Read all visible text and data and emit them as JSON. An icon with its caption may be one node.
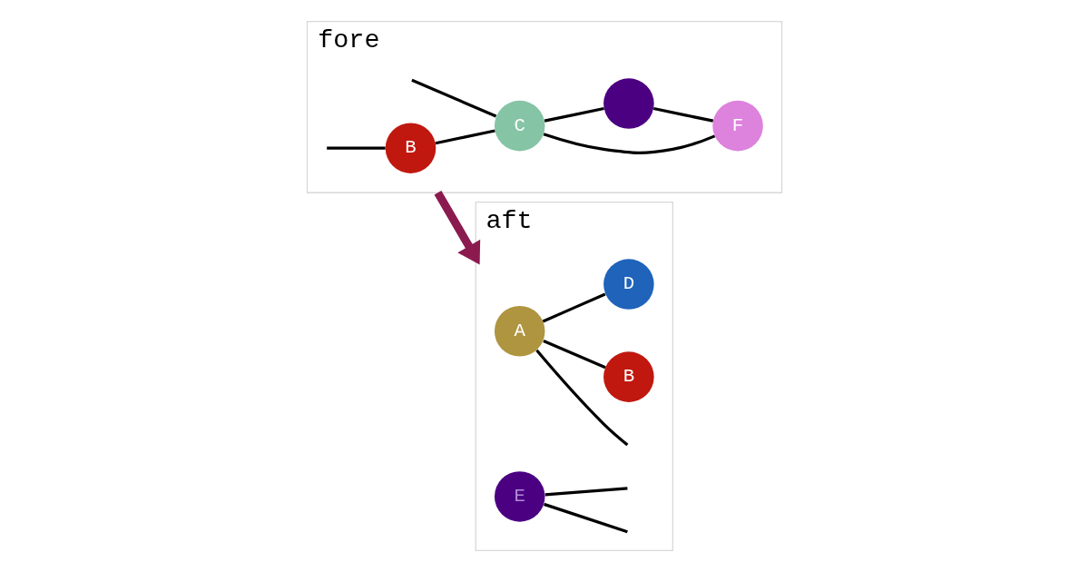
{
  "diagram": {
    "nodes": [
      {
        "text": [
          "fore"
        ]
      },
      {
        "text": [
          "B"
        ],
        "in": 0
      },
      {
        "text": [
          "C"
        ],
        "in": 0
      },
      {
        "text": [
          "F"
        ],
        "in": 0
      },
      {
        "text": [],
        "shape": "circle",
        "in": 0
      },
      {
        "text": [
          "aft"
        ]
      },
      {
        "text": [
          "A"
        ],
        "in": 5
      },
      {
        "text": [
          "B"
        ],
        "in": 5
      },
      {
        "text": [
          "D"
        ],
        "in": 5
      },
      {
        "text": [
          "E"
        ],
        "in": 5
      }
    ],
    "edges": [
      {
        "from": null,
        "to": 1,
        "arrow": "none"
      },
      {
        "from": null,
        "to": 2,
        "arrow": "none"
      },
      {
        "from": 1,
        "to": 2,
        "arrow": "none"
      },
      {
        "from": 2,
        "to": 4,
        "arrow": "none"
      },
      {
        "from": 2,
        "to": 3,
        "arrow": "none"
      },
      {
        "from": 4,
        "to": 3,
        "arrow": "none"
      },
      {
        "from": 0,
        "to": 5,
        "arrow": "to",
        "style": "thick",
        "color": "#8b1a4f"
      },
      {
        "from": 6,
        "to": 7,
        "arrow": "none"
      },
      {
        "from": 6,
        "to": null,
        "arrow": "none"
      },
      {
        "from": 6,
        "to": 8,
        "arrow": "none"
      },
      {
        "from": 9,
        "to": null,
        "arrow": "none"
      },
      {
        "from": 9,
        "to": null,
        "arrow": "none"
      }
    ]
  }
}
